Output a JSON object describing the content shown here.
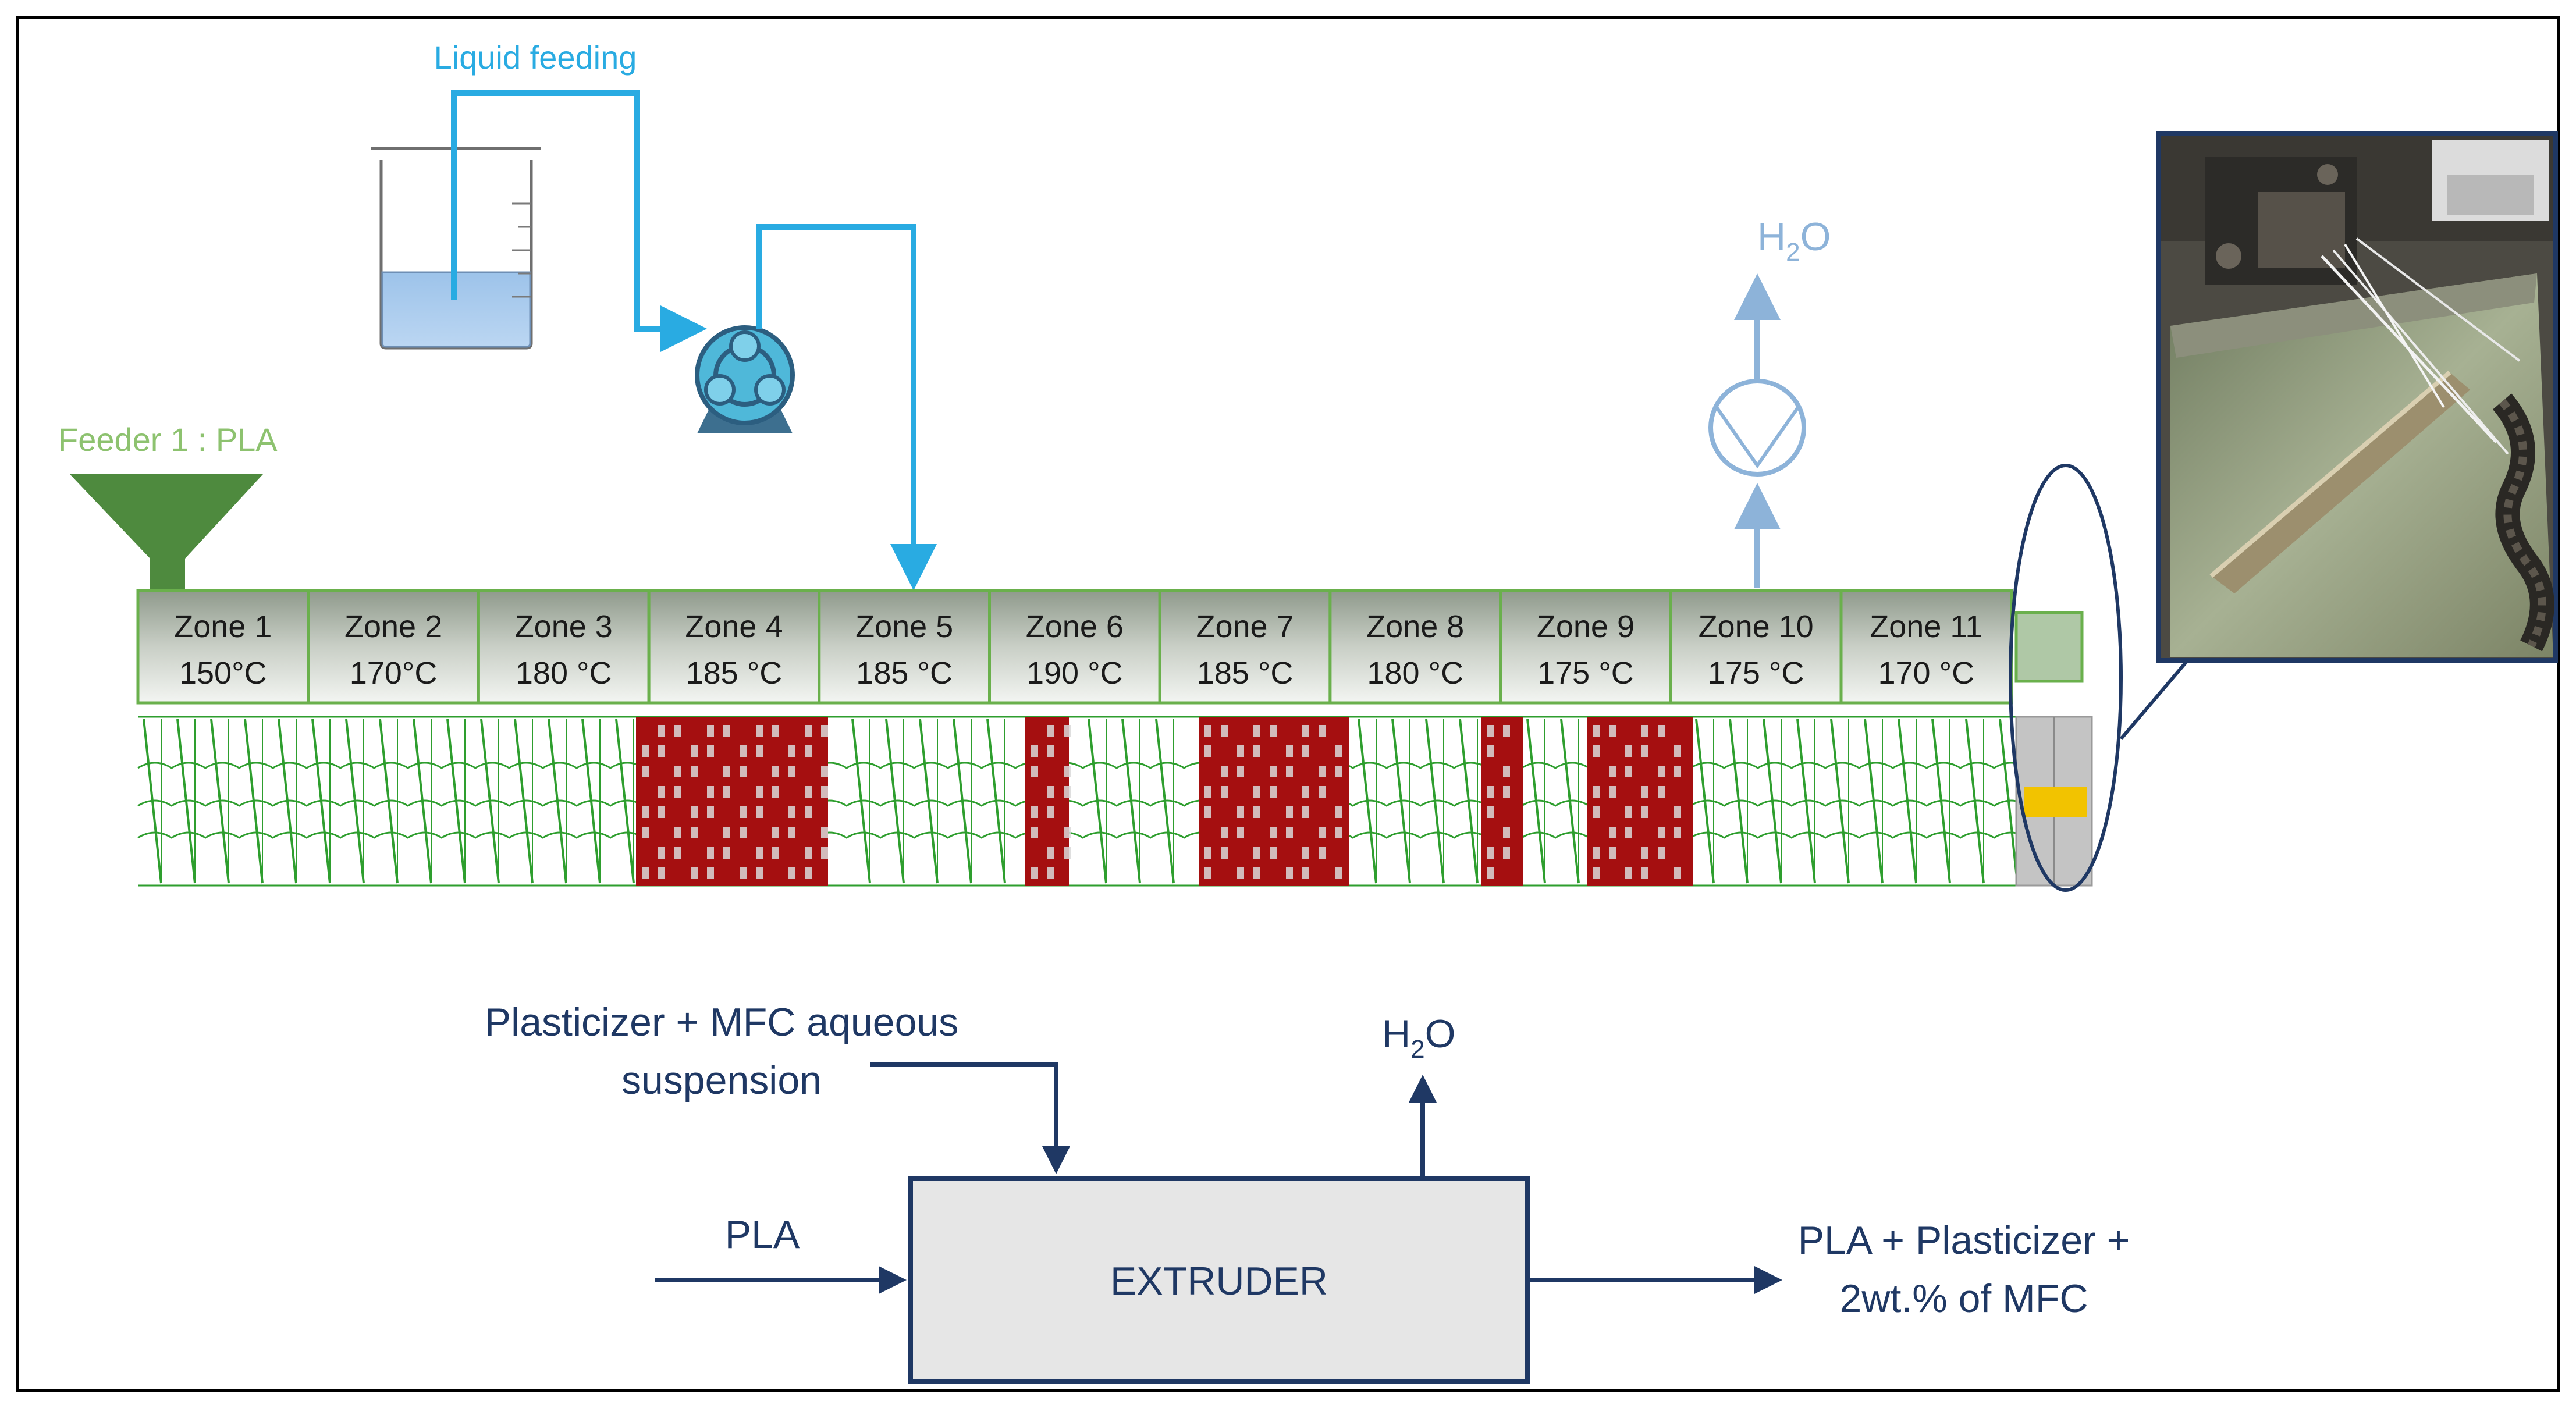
{
  "liquid_feeding_label": "Liquid feeding",
  "feeder_label": "Feeder 1 : PLA",
  "water_top": {
    "main": "H",
    "sub": "2",
    "end": "O"
  },
  "zones": [
    {
      "name": "Zone 1",
      "temp": "150°C"
    },
    {
      "name": "Zone 2",
      "temp": "170°C"
    },
    {
      "name": "Zone 3",
      "temp": "180 °C"
    },
    {
      "name": "Zone 4",
      "temp": "185 °C"
    },
    {
      "name": "Zone 5",
      "temp": "185 °C"
    },
    {
      "name": "Zone 6",
      "temp": "190 °C"
    },
    {
      "name": "Zone 7",
      "temp": "185 °C"
    },
    {
      "name": "Zone 8",
      "temp": "180 °C"
    },
    {
      "name": "Zone 9",
      "temp": "175 °C"
    },
    {
      "name": "Zone 10",
      "temp": "175 °C"
    },
    {
      "name": "Zone 11",
      "temp": "170 °C"
    }
  ],
  "block_diagram": {
    "input_top_line1": "Plasticizer + MFC aqueous",
    "input_top_line2": "suspension",
    "input_left": "PLA",
    "box_label": "EXTRUDER",
    "output_top": {
      "main": "H",
      "sub": "2",
      "end": "O"
    },
    "output_right_line1": "PLA + Plasticizer +",
    "output_right_line2": "2wt.% of MFC"
  },
  "colors": {
    "liquid": "#29ABE2",
    "feeder": "#4E8A3E",
    "feeder_text": "#8DC26F",
    "water_vent": "#8DB3D9",
    "screw_green": "#2E9E2E",
    "kneading_red": "#A50F10",
    "navy": "#1F3864",
    "zone_border": "#6AB04C",
    "die_yellow": "#F2C300"
  }
}
